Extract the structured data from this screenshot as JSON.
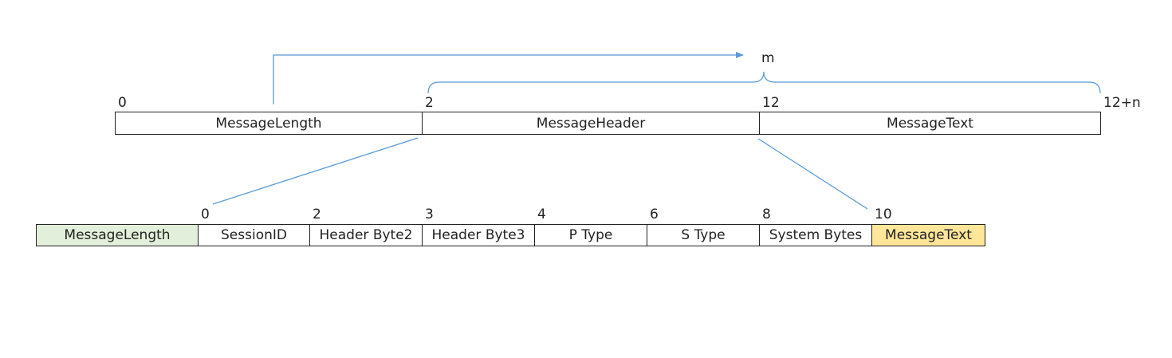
{
  "diagram": {
    "m_label": "m",
    "top_offsets": [
      "0",
      "2",
      "12",
      "12+n"
    ],
    "top_fields": [
      "MessageLength",
      "MessageHeader",
      "MessageText"
    ],
    "header_offsets": [
      "0",
      "2",
      "3",
      "4",
      "6",
      "8",
      "10"
    ],
    "header_fields": [
      "MessageLength",
      "SessionID",
      "Header Byte2",
      "Header Byte3",
      "P Type",
      "S Type",
      "System Bytes",
      "MessageText"
    ],
    "colors": {
      "arrow": "#5b9bd5",
      "message_length_fill": "#e2efda",
      "message_text_fill": "#ffe699",
      "border": "#222222"
    }
  }
}
